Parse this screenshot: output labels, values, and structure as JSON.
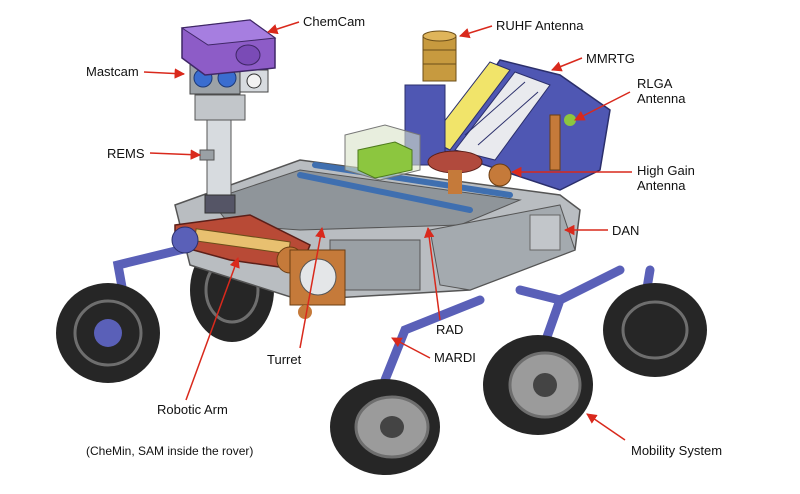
{
  "diagram": {
    "footnote": "(CheMin, SAM inside the rover)",
    "colors": {
      "leader": "#d9291c",
      "wheel": "#262626",
      "wheel_tread": "#6e6e6e",
      "body": "#b9bdc1",
      "deck": "#8f959a",
      "suspension": "#5a60b8",
      "chemcam": "#8d5cc7",
      "mast": "#d7dbdf",
      "rtg": "#4f57b3",
      "ruhf": "#c79a3f",
      "sample": "#8cc63f",
      "arm": "#b84a36",
      "copper": "#c57a3a",
      "hga": "#b14a3d",
      "beam": "#3f6fb0"
    },
    "labels": {
      "chemcam": "ChemCam",
      "mastcam": "Mastcam",
      "rems": "REMS",
      "ruhf": "RUHF Antenna",
      "mmrtg": "MMRTG",
      "rlga_line1": "RLGA",
      "rlga_line2": "Antenna",
      "hga_line1": "High Gain",
      "hga_line2": "Antenna",
      "dan": "DAN",
      "rad": "RAD",
      "mardi": "MARDI",
      "turret": "Turret",
      "robotic_arm": "Robotic Arm",
      "mobility": "Mobility System"
    }
  }
}
